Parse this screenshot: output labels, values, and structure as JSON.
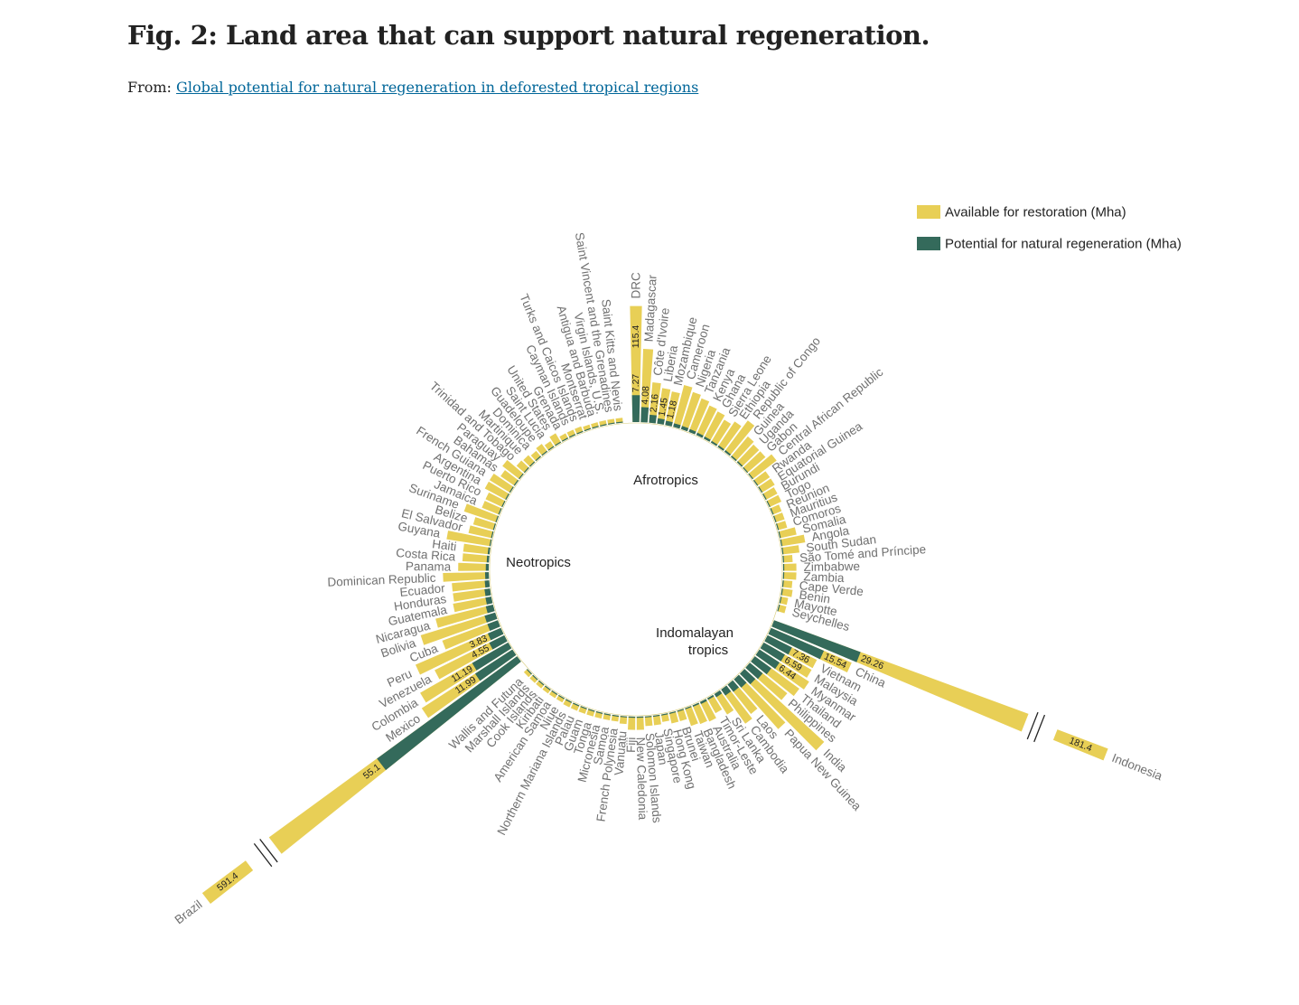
{
  "figure": {
    "title": "Fig. 2: Land area that can support natural regeneration.",
    "from_label": "From:",
    "source_link": "Global potential for natural regeneration in deforested tropical regions"
  },
  "chart_data": {
    "type": "bar",
    "layout": "circular",
    "legend": {
      "placement": "top-right",
      "items": [
        {
          "label": "Available for restoration (Mha)",
          "color": "#e8cf56"
        },
        {
          "label": "Potential for natural regeneration (Mha)",
          "color": "#346a5b"
        }
      ]
    },
    "colors": {
      "available": "#e8cf56",
      "potential": "#346a5b"
    },
    "regions": [
      "Afrotropics",
      "Indomalayan tropics",
      "Neotropics"
    ],
    "series": [
      {
        "name": "Available for restoration (Mha)",
        "key": "available"
      },
      {
        "name": "Potential for natural regeneration (Mha)",
        "key": "potential"
      }
    ],
    "countries": [
      {
        "name": "DRC",
        "region": "Afrotropics",
        "available": 115.4,
        "potential": 7.27,
        "label": "115.4",
        "plabel": "7.27"
      },
      {
        "name": "Madagascar",
        "region": "Afrotropics",
        "available": 46,
        "potential": 4.08,
        "plabel": "4.08"
      },
      {
        "name": "Côte d'Ivoire",
        "region": "Afrotropics",
        "available": 14,
        "potential": 2.16,
        "plabel": "2.16"
      },
      {
        "name": "Liberia",
        "region": "Afrotropics",
        "available": 11,
        "potential": 1.45,
        "plabel": "1.45"
      },
      {
        "name": "Mozambique",
        "region": "Afrotropics",
        "available": 10,
        "potential": 1.18,
        "plabel": "1.18"
      },
      {
        "name": "Cameroon",
        "region": "Afrotropics",
        "available": 16,
        "potential": 1.0
      },
      {
        "name": "Nigeria",
        "region": "Afrotropics",
        "available": 13,
        "potential": 0.9
      },
      {
        "name": "Tanzania",
        "region": "Afrotropics",
        "available": 11,
        "potential": 0.8
      },
      {
        "name": "Kenya",
        "region": "Afrotropics",
        "available": 9,
        "potential": 0.7
      },
      {
        "name": "Ghana",
        "region": "Afrotropics",
        "available": 8,
        "potential": 0.6
      },
      {
        "name": "Sierra Leone",
        "region": "Afrotropics",
        "available": 6,
        "potential": 0.5
      },
      {
        "name": "Ethiopia",
        "region": "Afrotropics",
        "available": 8,
        "potential": 0.5
      },
      {
        "name": "Republic of Congo",
        "region": "Afrotropics",
        "available": 13,
        "potential": 0.5
      },
      {
        "name": "Guinea",
        "region": "Afrotropics",
        "available": 6,
        "potential": 0.4
      },
      {
        "name": "Uganda",
        "region": "Afrotropics",
        "available": 5,
        "potential": 0.4
      },
      {
        "name": "Gabon",
        "region": "Afrotropics",
        "available": 5,
        "potential": 0.3
      },
      {
        "name": "Central African Republic",
        "region": "Afrotropics",
        "available": 8,
        "potential": 0.3
      },
      {
        "name": "Rwanda",
        "region": "Afrotropics",
        "available": 2,
        "potential": 0.2
      },
      {
        "name": "Equatorial Guinea",
        "region": "Afrotropics",
        "available": 2,
        "potential": 0.2
      },
      {
        "name": "Burundi",
        "region": "Afrotropics",
        "available": 1.5,
        "potential": 0.1
      },
      {
        "name": "Togo",
        "region": "Afrotropics",
        "available": 1.5,
        "potential": 0.1
      },
      {
        "name": "Reunion",
        "region": "Afrotropics",
        "available": 0.8,
        "potential": 0.05
      },
      {
        "name": "Mauritius",
        "region": "Afrotropics",
        "available": 0.8,
        "potential": 0.05
      },
      {
        "name": "Comoros",
        "region": "Afrotropics",
        "available": 0.8,
        "potential": 0.05
      },
      {
        "name": "Somalia",
        "region": "Afrotropics",
        "available": 2.5,
        "potential": 0.05
      },
      {
        "name": "Angola",
        "region": "Afrotropics",
        "available": 5,
        "potential": 0.1
      },
      {
        "name": "South Sudan",
        "region": "Afrotropics",
        "available": 2.5,
        "potential": 0.1
      },
      {
        "name": "São Tomé and Príncipe",
        "region": "Afrotropics",
        "available": 0.8,
        "potential": 0.05
      },
      {
        "name": "Zimbabwe",
        "region": "Afrotropics",
        "available": 1.5,
        "potential": 0.05
      },
      {
        "name": "Zambia",
        "region": "Afrotropics",
        "available": 1.5,
        "potential": 0.05
      },
      {
        "name": "Cape Verde",
        "region": "Afrotropics",
        "available": 0.8,
        "potential": 0.05
      },
      {
        "name": "Benin",
        "region": "Afrotropics",
        "available": 1,
        "potential": 0.05
      },
      {
        "name": "Mayotte",
        "region": "Afrotropics",
        "available": 0.5,
        "potential": 0.03
      },
      {
        "name": "Seychelles",
        "region": "Afrotropics",
        "available": 0.5,
        "potential": 0.03
      },
      {
        "name": "Indonesia",
        "region": "Indomalayan tropics",
        "available": 181.4,
        "potential": 29.26,
        "label": "181.4",
        "plabel": "29.26",
        "broken": true
      },
      {
        "name": "China",
        "region": "Indomalayan tropics",
        "available": 66,
        "potential": 15.54,
        "plabel": "15.54"
      },
      {
        "name": "Vietnam",
        "region": "Indomalayan tropics",
        "available": 26,
        "potential": 7.36,
        "plabel": "7.36"
      },
      {
        "name": "Malaysia",
        "region": "Indomalayan tropics",
        "available": 26,
        "potential": 6.59,
        "plabel": "6.59"
      },
      {
        "name": "Myanmar",
        "region": "Indomalayan tropics",
        "available": 30,
        "potential": 6.44,
        "plabel": "6.44"
      },
      {
        "name": "Thailand",
        "region": "Indomalayan tropics",
        "available": 26,
        "potential": 5.5
      },
      {
        "name": "Philippines",
        "region": "Indomalayan tropics",
        "available": 20,
        "potential": 4.5
      },
      {
        "name": "India",
        "region": "Indomalayan tropics",
        "available": 100,
        "potential": 4.0
      },
      {
        "name": "Papua New Guinea",
        "region": "Indomalayan tropics",
        "available": 38,
        "potential": 3.0
      },
      {
        "name": "Laos",
        "region": "Indomalayan tropics",
        "available": 12,
        "potential": 2.5
      },
      {
        "name": "Cambodia",
        "region": "Indomalayan tropics",
        "available": 15,
        "potential": 2.0
      },
      {
        "name": "Sri Lanka",
        "region": "Indomalayan tropics",
        "available": 5,
        "potential": 1.0
      },
      {
        "name": "Timor-Leste",
        "region": "Indomalayan tropics",
        "available": 2.5,
        "potential": 0.5
      },
      {
        "name": "Australia",
        "region": "Indomalayan tropics",
        "available": 4,
        "potential": 0.6
      },
      {
        "name": "Bangladesh",
        "region": "Indomalayan tropics",
        "available": 3.5,
        "potential": 0.4
      },
      {
        "name": "Taiwan",
        "region": "Indomalayan tropics",
        "available": 3,
        "potential": 0.3
      },
      {
        "name": "Brunei",
        "region": "Indomalayan tropics",
        "available": 1,
        "potential": 0.1
      },
      {
        "name": "Hong Kong",
        "region": "Indomalayan tropics",
        "available": 1,
        "potential": 0.1
      },
      {
        "name": "Singapore",
        "region": "Indomalayan tropics",
        "available": 0.5,
        "potential": 0.05
      },
      {
        "name": "Japan",
        "region": "Indomalayan tropics",
        "available": 0.8,
        "potential": 0.05
      },
      {
        "name": "Solomon Islands",
        "region": "Indomalayan tropics",
        "available": 0.8,
        "potential": 0.05
      },
      {
        "name": "New Caledonia",
        "region": "Indomalayan tropics",
        "available": 1.5,
        "potential": 0.05
      },
      {
        "name": "Fiji",
        "region": "Indomalayan tropics",
        "available": 1.5,
        "potential": 0.05
      },
      {
        "name": "Vanuatu",
        "region": "Indomalayan tropics",
        "available": 0.5,
        "potential": 0.03
      },
      {
        "name": "French Polynesia",
        "region": "Indomalayan tropics",
        "available": 0.3,
        "potential": 0.02
      },
      {
        "name": "Samoa",
        "region": "Indomalayan tropics",
        "available": 0.3,
        "potential": 0.02
      },
      {
        "name": "Micronesia",
        "region": "Indomalayan tropics",
        "available": 0.3,
        "potential": 0.02
      },
      {
        "name": "Tonga",
        "region": "Indomalayan tropics",
        "available": 0.3,
        "potential": 0.02
      },
      {
        "name": "Guam",
        "region": "Indomalayan tropics",
        "available": 0.3,
        "potential": 0.02
      },
      {
        "name": "Palau",
        "region": "Indomalayan tropics",
        "available": 0.3,
        "potential": 0.02
      },
      {
        "name": "Northern Mariana Islands",
        "region": "Indomalayan tropics",
        "available": 0.3,
        "potential": 0.02
      },
      {
        "name": "Niue",
        "region": "Indomalayan tropics",
        "available": 0.2,
        "potential": 0.01
      },
      {
        "name": "American Samoa",
        "region": "Indomalayan tropics",
        "available": 0.2,
        "potential": 0.01
      },
      {
        "name": "Kiribati",
        "region": "Indomalayan tropics",
        "available": 0.2,
        "potential": 0.01
      },
      {
        "name": "Cook Islands",
        "region": "Indomalayan tropics",
        "available": 0.2,
        "potential": 0.01
      },
      {
        "name": "Marshall Islands",
        "region": "Indomalayan tropics",
        "available": 0.2,
        "potential": 0.01
      },
      {
        "name": "Wallis and Futuna",
        "region": "Indomalayan tropics",
        "available": 0.2,
        "potential": 0.01
      },
      {
        "name": "Brazil",
        "region": "Neotropics",
        "available": 591.4,
        "potential": 55.1,
        "label": "591.4",
        "plabel": "55.1",
        "broken": true
      },
      {
        "name": "Mexico",
        "region": "Neotropics",
        "available": 100,
        "potential": 11.99,
        "plabel": "11.99"
      },
      {
        "name": "Colombia",
        "region": "Neotropics",
        "available": 88,
        "potential": 11.19,
        "plabel": "11.19"
      },
      {
        "name": "Venezuela",
        "region": "Neotropics",
        "available": 52,
        "potential": 4.55,
        "plabel": "4.55"
      },
      {
        "name": "Peru",
        "region": "Neotropics",
        "available": 74,
        "potential": 3.83,
        "plabel": "3.83"
      },
      {
        "name": "Cuba",
        "region": "Neotropics",
        "available": 30,
        "potential": 3.0
      },
      {
        "name": "Bolivia",
        "region": "Neotropics",
        "available": 52,
        "potential": 3.0
      },
      {
        "name": "Nicaragua",
        "region": "Neotropics",
        "available": 30,
        "potential": 2.0
      },
      {
        "name": "Guatemala",
        "region": "Neotropics",
        "available": 13,
        "potential": 1.6
      },
      {
        "name": "Honduras",
        "region": "Neotropics",
        "available": 12,
        "potential": 1.5
      },
      {
        "name": "Ecuador",
        "region": "Neotropics",
        "available": 12,
        "potential": 1.2
      },
      {
        "name": "Dominican Republic",
        "region": "Neotropics",
        "available": 18,
        "potential": 1.0
      },
      {
        "name": "Panama",
        "region": "Neotropics",
        "available": 8,
        "potential": 0.8
      },
      {
        "name": "Costa Rica",
        "region": "Neotropics",
        "available": 6,
        "potential": 0.6
      },
      {
        "name": "Haiti",
        "region": "Neotropics",
        "available": 6,
        "potential": 0.5
      },
      {
        "name": "Guyana",
        "region": "Neotropics",
        "available": 17,
        "potential": 0.3
      },
      {
        "name": "El Salvador",
        "region": "Neotropics",
        "available": 5,
        "potential": 0.3
      },
      {
        "name": "Belize",
        "region": "Neotropics",
        "available": 4,
        "potential": 0.3
      },
      {
        "name": "Suriname",
        "region": "Neotropics",
        "available": 10,
        "potential": 0.2
      },
      {
        "name": "Jamaica",
        "region": "Neotropics",
        "available": 3,
        "potential": 0.2
      },
      {
        "name": "Puerto Rico",
        "region": "Neotropics",
        "available": 3,
        "potential": 0.2
      },
      {
        "name": "Argentina",
        "region": "Neotropics",
        "available": 5,
        "potential": 0.1
      },
      {
        "name": "French Guiana",
        "region": "Neotropics",
        "available": 5,
        "potential": 0.1
      },
      {
        "name": "Bahamas",
        "region": "Neotropics",
        "available": 2.5,
        "potential": 0.1
      },
      {
        "name": "Paraguay",
        "region": "Neotropics",
        "available": 4,
        "potential": 0.1
      },
      {
        "name": "Trinidad and Tobago",
        "region": "Neotropics",
        "available": 1,
        "potential": 0.05
      },
      {
        "name": "Martinique",
        "region": "Neotropics",
        "available": 0.8,
        "potential": 0.05
      },
      {
        "name": "Dominica",
        "region": "Neotropics",
        "available": 0.5,
        "potential": 0.03
      },
      {
        "name": "Guadeloupe",
        "region": "Neotropics",
        "available": 0.8,
        "potential": 0.03
      },
      {
        "name": "Saint Lucia",
        "region": "Neotropics",
        "available": 0.4,
        "potential": 0.02
      },
      {
        "name": "United States",
        "region": "Neotropics",
        "available": 1,
        "potential": 0.05
      },
      {
        "name": "Grenada",
        "region": "Neotropics",
        "available": 0.3,
        "potential": 0.02
      },
      {
        "name": "Cayman Islands",
        "region": "Neotropics",
        "available": 0.3,
        "potential": 0.02
      },
      {
        "name": "Turks and Caicos Islands",
        "region": "Neotropics",
        "available": 0.3,
        "potential": 0.02
      },
      {
        "name": "Montserrat",
        "region": "Neotropics",
        "available": 0.2,
        "potential": 0.01
      },
      {
        "name": "Antigua and Barbuda",
        "region": "Neotropics",
        "available": 0.2,
        "potential": 0.01
      },
      {
        "name": "Virgin Islands, U.S.",
        "region": "Neotropics",
        "available": 0.2,
        "potential": 0.01
      },
      {
        "name": "Saint Vincent and the Grenadines",
        "region": "Neotropics",
        "available": 0.2,
        "potential": 0.01
      },
      {
        "name": "Saint Kitts and Nevis",
        "region": "Neotropics",
        "available": 0.2,
        "potential": 0.01
      }
    ]
  }
}
